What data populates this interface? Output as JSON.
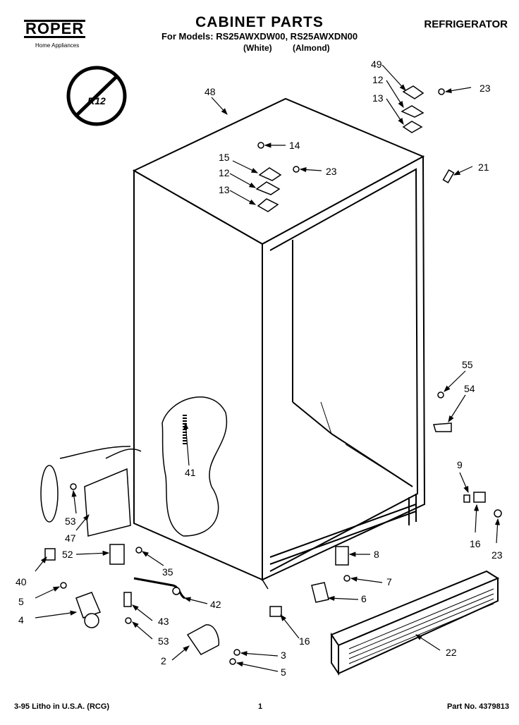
{
  "header": {
    "brand": "ROPER",
    "brand_sub": "Home Appliances",
    "title": "CABINET PARTS",
    "models": "For Models: RS25AWXDW00, RS25AWXDN00",
    "color_white": "(White)",
    "color_almond": "(Almond)",
    "category": "REFRIGERATOR"
  },
  "badge": "R12",
  "callouts": {
    "c48": "48",
    "c49": "49",
    "c12a": "12",
    "c13a": "13",
    "c23a": "23",
    "c14": "14",
    "c15": "15",
    "c12b": "12",
    "c23b": "23",
    "c13b": "13",
    "c21": "21",
    "c55": "55",
    "c54": "54",
    "c9": "9",
    "c16a": "16",
    "c23c": "23",
    "c41": "41",
    "c53a": "53",
    "c47": "47",
    "c52": "52",
    "c40": "40",
    "c35": "35",
    "c8": "8",
    "c7": "7",
    "c6": "6",
    "c5a": "5",
    "c4": "4",
    "c42": "42",
    "c43": "43",
    "c53b": "53",
    "c16b": "16",
    "c22": "22",
    "c3": "3",
    "c2": "2",
    "c5b": "5"
  },
  "footer": {
    "litho": "3-95 Litho in U.S.A. (RCG)",
    "page": "1",
    "part_no": "Part No. 4379813"
  }
}
